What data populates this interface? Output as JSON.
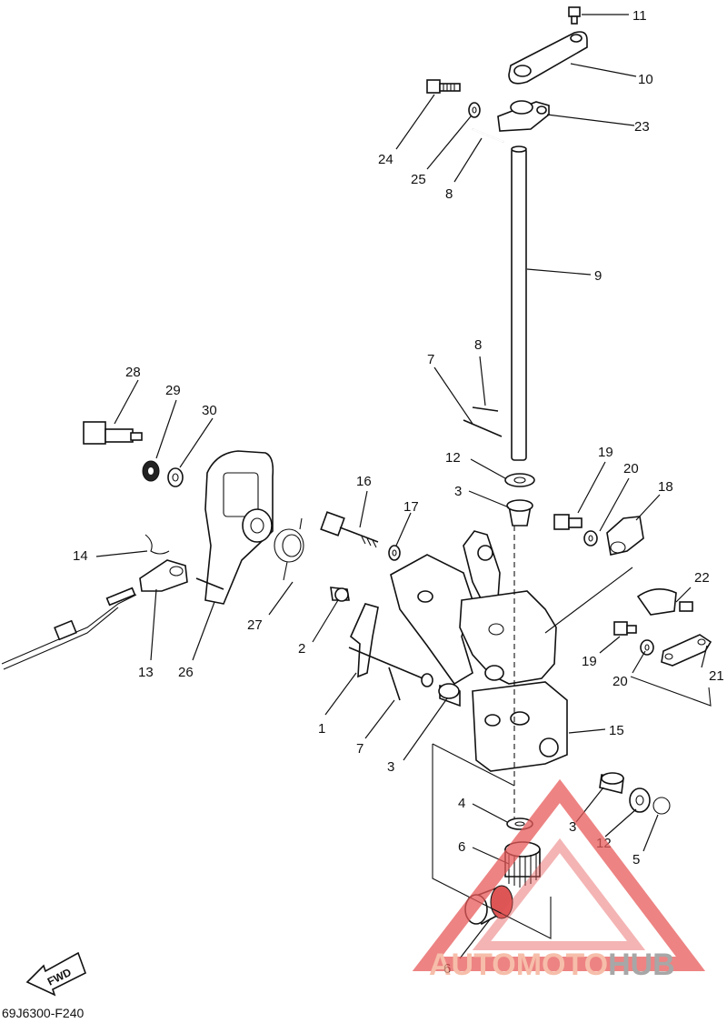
{
  "diagram": {
    "code": "69J6300-F240",
    "fwd_label": "FWD",
    "watermark": {
      "brand_a": "AUTOMOTO",
      "brand_b": "HUB",
      "color_a": "#f4a98e",
      "color_b": "#8a8a8a",
      "triangle_color": "#e85a5a"
    },
    "callouts": [
      {
        "id": "11",
        "text": "11"
      },
      {
        "id": "10",
        "text": "10"
      },
      {
        "id": "23",
        "text": "23"
      },
      {
        "id": "24",
        "text": "24"
      },
      {
        "id": "25",
        "text": "25"
      },
      {
        "id": "8a",
        "text": "8"
      },
      {
        "id": "9",
        "text": "9"
      },
      {
        "id": "8b",
        "text": "8"
      },
      {
        "id": "7a",
        "text": "7"
      },
      {
        "id": "12a",
        "text": "12"
      },
      {
        "id": "3a",
        "text": "3"
      },
      {
        "id": "19a",
        "text": "19"
      },
      {
        "id": "20a",
        "text": "20"
      },
      {
        "id": "18",
        "text": "18"
      },
      {
        "id": "28",
        "text": "28"
      },
      {
        "id": "29",
        "text": "29"
      },
      {
        "id": "30",
        "text": "30"
      },
      {
        "id": "16",
        "text": "16"
      },
      {
        "id": "17",
        "text": "17"
      },
      {
        "id": "14",
        "text": "14"
      },
      {
        "id": "22",
        "text": "22"
      },
      {
        "id": "27",
        "text": "27"
      },
      {
        "id": "2",
        "text": "2"
      },
      {
        "id": "13",
        "text": "13"
      },
      {
        "id": "26",
        "text": "26"
      },
      {
        "id": "19b",
        "text": "19"
      },
      {
        "id": "20b",
        "text": "20"
      },
      {
        "id": "21",
        "text": "21"
      },
      {
        "id": "1",
        "text": "1"
      },
      {
        "id": "15",
        "text": "15"
      },
      {
        "id": "7b",
        "text": "7"
      },
      {
        "id": "3b",
        "text": "3"
      },
      {
        "id": "4",
        "text": "4"
      },
      {
        "id": "3c",
        "text": "3"
      },
      {
        "id": "12b",
        "text": "12"
      },
      {
        "id": "6a",
        "text": "6"
      },
      {
        "id": "5",
        "text": "5"
      },
      {
        "id": "6b",
        "text": "6"
      }
    ]
  }
}
